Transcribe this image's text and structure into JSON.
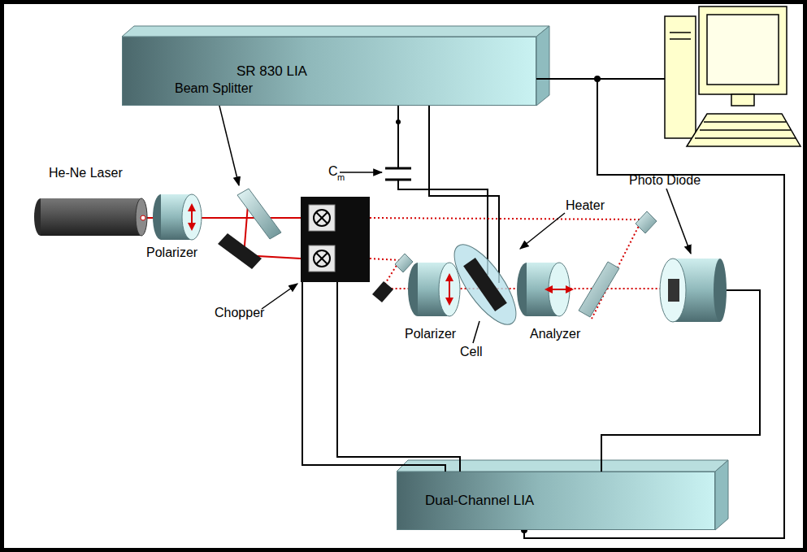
{
  "diagram": {
    "nodes": [
      {
        "text": [
          "SR 830 LIA"
        ]
      },
      {
        "text": [
          "Dual-Channel LIA"
        ]
      }
    ],
    "edges": [
      {
        "from": 0,
        "to": 1,
        "arrow": "none"
      }
    ],
    "labels": [
      "Beam Splitter",
      "He-Ne Laser",
      "Polarizer",
      "Chopper",
      "C",
      "m",
      "Heater",
      "Cell",
      "Polarizer",
      "Analyzer",
      "Photo Diode"
    ]
  }
}
